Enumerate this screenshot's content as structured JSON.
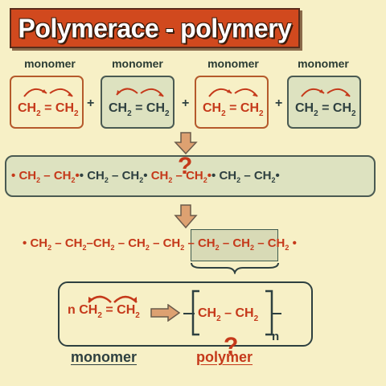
{
  "title": "Polymerace - polymery",
  "monomer_label": "monomer",
  "plus": "+",
  "unit": {
    "ch2a": "CH",
    "sub2": "2",
    "eq": " = ",
    "ch2b": "CH"
  },
  "chain1": {
    "dot": "•",
    "ch": "CH",
    "sub": "2",
    "dash": " – ",
    "question": "?"
  },
  "chain2": {
    "dot": "•",
    "ch": "CH",
    "sub": "2",
    "dash": " – "
  },
  "bottom": {
    "n": "n",
    "ch": "CH",
    "sub": "2",
    "eq": " = ",
    "dash": " – ",
    "repeat_n": "n"
  },
  "footer": {
    "monomer": "monomer",
    "polymer": "polymer",
    "question": "?"
  },
  "colors": {
    "background": "#f7f0c6",
    "accent_red": "#c5391a",
    "dark_green": "#2e4040",
    "box_green": "#dde2c0",
    "arrow_fill": "#dda171"
  }
}
